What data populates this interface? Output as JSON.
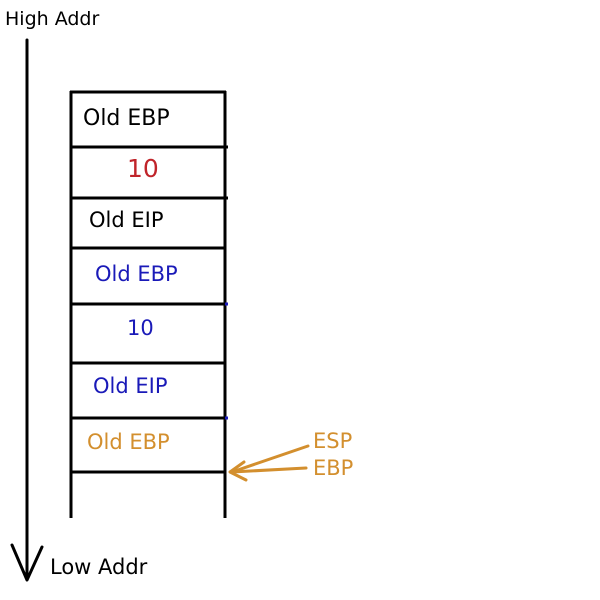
{
  "labels": {
    "high_addr": "High Addr",
    "low_addr": "Low Addr"
  },
  "stack_cells": [
    {
      "text": "Old EBP",
      "color": "#000000"
    },
    {
      "text": "10",
      "color": "#c0242a"
    },
    {
      "text": "Old EIP",
      "color": "#000000"
    },
    {
      "text": "Old EBP",
      "color": "#1a1ab8"
    },
    {
      "text": "10",
      "color": "#1a1ab8"
    },
    {
      "text": "Old EIP",
      "color": "#1a1ab8"
    },
    {
      "text": "Old EBP",
      "color": "#d38f2e"
    },
    {
      "text": "",
      "color": "#000000"
    }
  ],
  "registers": {
    "esp": "ESP",
    "ebp": "EBP",
    "color": "#d38f2e"
  }
}
